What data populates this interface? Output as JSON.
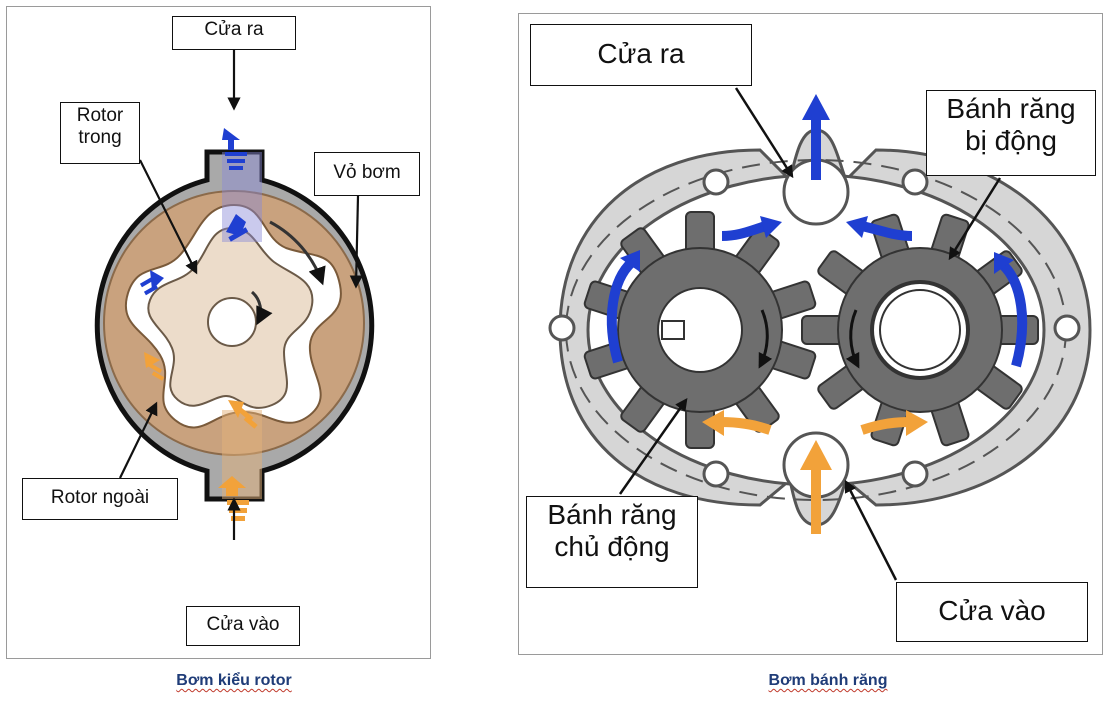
{
  "left_diagram": {
    "outlet_label": "Cửa ra",
    "inner_rotor_label_line1": "Rotor",
    "inner_rotor_label_line2": "trong",
    "housing_label": "Vỏ bơm",
    "outer_rotor_label": "Rotor ngoài",
    "inlet_label": "Cửa vào",
    "caption": "Bơm kiểu rotor"
  },
  "right_diagram": {
    "outlet_label": "Cửa ra",
    "driven_gear_label_line1": "Bánh răng",
    "driven_gear_label_line2": "bị động",
    "drive_gear_label_line1": "Bánh răng",
    "drive_gear_label_line2": "chủ động",
    "inlet_label": "Cửa vào",
    "caption": "Bơm bánh răng"
  },
  "colors": {
    "outflow_arrow": "#1f3fd1",
    "inflow_arrow": "#f2a23a",
    "housing": "#a9a9a9",
    "outer_rotor": "#c9a27e",
    "inner_rotor": "#ecdcca",
    "gear": "#6e6e6e",
    "caption_text": "#1f3c78"
  }
}
